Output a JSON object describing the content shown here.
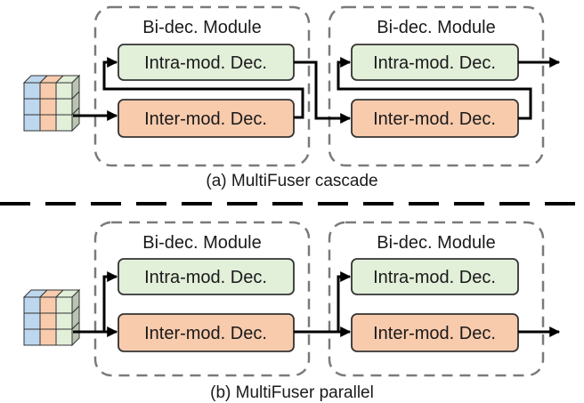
{
  "modules": {
    "title": "Bi-dec. Module",
    "intra_label": "Intra-mod. Dec.",
    "inter_label": "Inter-mod. Dec."
  },
  "captions": {
    "cascade": "(a) MultiFuser cascade",
    "parallel": "(b) MultiFuser parallel"
  },
  "colors": {
    "intra_fill": "#e2efd9",
    "inter_fill": "#f8cbad",
    "cube_blue": "#bdd7ee",
    "cube_orange": "#f8cbad",
    "cube_green": "#e2efd9"
  }
}
